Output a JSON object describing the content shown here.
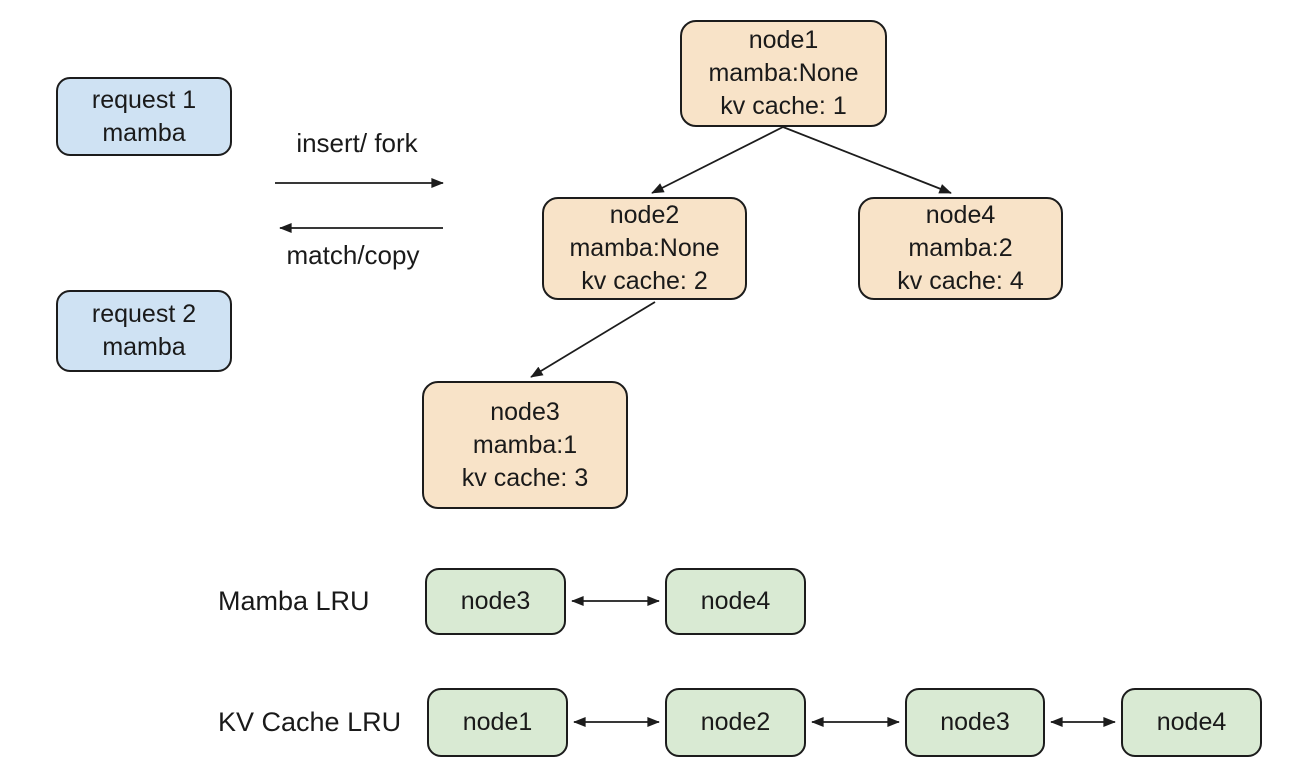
{
  "colors": {
    "request_fill": "#cfe2f3",
    "tree_fill": "#f8e3c8",
    "lru_fill": "#d9ead3",
    "line_color": "#1c1c1c"
  },
  "requests": [
    {
      "line1": "request 1",
      "line2": "mamba"
    },
    {
      "line1": "request 2",
      "line2": "mamba"
    }
  ],
  "flow": {
    "forward_label": "insert/ fork",
    "backward_label": "match/copy"
  },
  "tree": {
    "node1": {
      "title": "node1",
      "mamba": "mamba:None",
      "kv": "kv cache: 1"
    },
    "node2": {
      "title": "node2",
      "mamba": "mamba:None",
      "kv": "kv cache: 2"
    },
    "node3": {
      "title": "node3",
      "mamba": "mamba:1",
      "kv": "kv cache: 3"
    },
    "node4": {
      "title": "node4",
      "mamba": "mamba:2",
      "kv": "kv cache: 4"
    }
  },
  "lru": {
    "mamba": {
      "label": "Mamba LRU",
      "nodes": [
        "node3",
        "node4"
      ]
    },
    "kv": {
      "label": "KV Cache LRU",
      "nodes": [
        "node1",
        "node2",
        "node3",
        "node4"
      ]
    }
  }
}
